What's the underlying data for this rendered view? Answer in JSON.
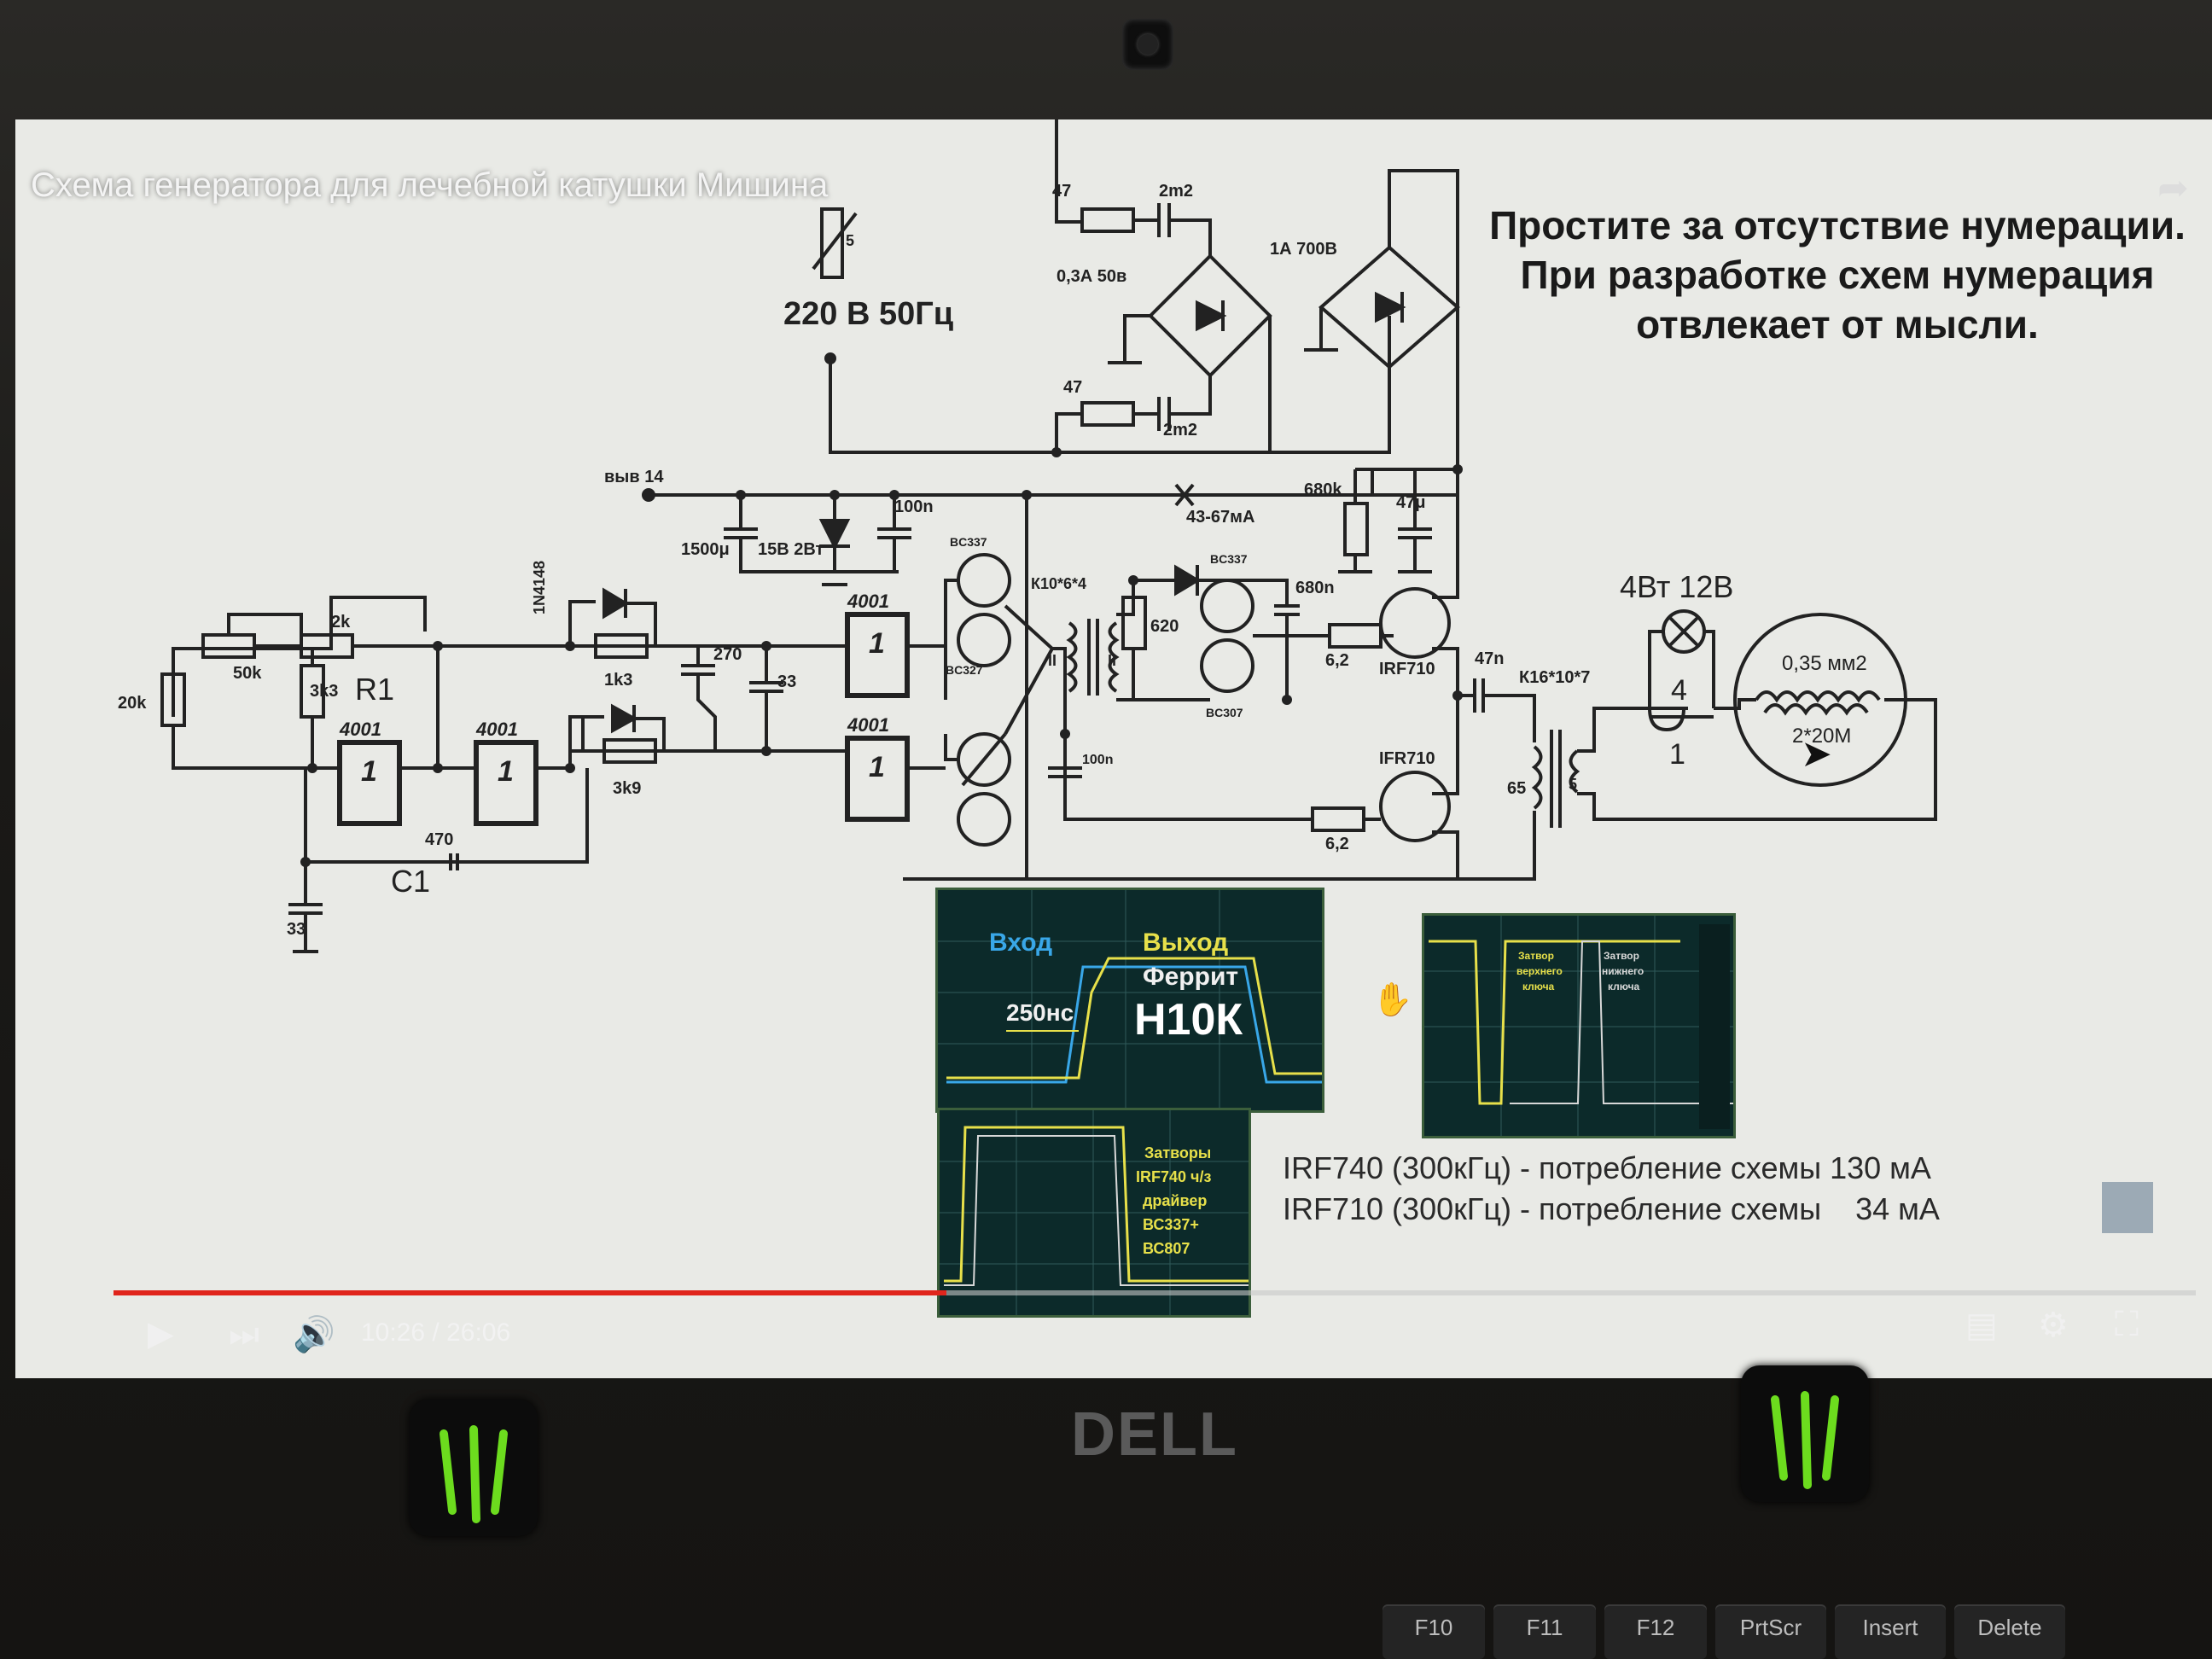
{
  "video": {
    "title": "Схема генератора для лечебной катушки Мишина",
    "time": "10:26 / 26:06",
    "progress": 0.4
  },
  "note": {
    "line1": "Простите за отсутствие нумерации.",
    "line2": "При разработке схем нумерация",
    "line3": "отвлекает от мысли."
  },
  "schematic": {
    "mains": "220 В 50Гц",
    "pin14": "выв 14",
    "r47_top": "47",
    "c2m2_top": "2m2",
    "r47_bottom": "47",
    "c2m2_bottom": "2m2",
    "bridge1": "0,3А 50в",
    "bridge2": "1А 700В",
    "current": "43-67мА",
    "c1500": "1500μ",
    "zener": "15В 2Вт",
    "c100n_top": "100n",
    "r680k": "680k",
    "c47u": "47μ",
    "diode_1n4148": "1N4148",
    "r2k": "2k",
    "r50k": "50k",
    "r20k": "20k",
    "r3k3": "3k3",
    "R1": "R1",
    "r1k3": "1k3",
    "r3k9": "3k9",
    "c270": "270",
    "c33_mid": "33",
    "c470": "470",
    "C1": "C1",
    "c33_bottom": "33",
    "gate_4001_a": "4001",
    "gate_4001_b": "4001",
    "gate_4001_c": "4001",
    "gate_4001_d": "4001",
    "gate_1": "1",
    "bc337_top": "BC337",
    "bc327_top": "BC327",
    "k10": "К10*6*4",
    "tr_II_a": "II",
    "tr_II_b": "II",
    "r620": "620",
    "bc337_right": "BC337",
    "bc307": "BC307",
    "c680n": "680n",
    "r6_2_top": "6,2",
    "r6_2_bottom": "6,2",
    "irf710_top": "IRF710",
    "irf710_bottom": "IFR710",
    "c100n_mid": "100n",
    "c47n": "47n",
    "k16": "К16*10*7",
    "w65": "65",
    "w5": "5",
    "lamp": "4Вт 12В",
    "lamp_turns": "4",
    "out_turns": "1",
    "coil_wire": "0,35 мм2",
    "coil_turns": "2*20М",
    "pot5": "5"
  },
  "scope1": {
    "input": "Вход",
    "output": "Выход",
    "ferrite": "Феррит",
    "time": "250нс",
    "material": "Н10К"
  },
  "scope2": {
    "l1": "Затворы",
    "l2": "IRF740 ч/з",
    "l3": "драйвер",
    "l4": "ВС337+",
    "l5": "ВС807"
  },
  "scope3": {
    "l1": "Затвор",
    "l2": "верхнего",
    "l3": "ключа",
    "r1": "Затвор",
    "r2": "нижнего",
    "r3": "ключа"
  },
  "consumption": {
    "line1": "IRF740 (300кГц) - потребление схемы 130 мА",
    "line2": "IRF710 (300кГц) - потребление схемы    34 мА"
  },
  "brand": "DELL",
  "keys": [
    "F10",
    "F11",
    "F12",
    "PrtScr",
    "Insert",
    "Delete"
  ],
  "colors": {
    "progress": "#e0251c",
    "scope_bg": "#0c2a2a",
    "scope_trace": "#e7e04a",
    "scope_input": "#39a7e8",
    "sticker_green": "#6cdc1e"
  }
}
